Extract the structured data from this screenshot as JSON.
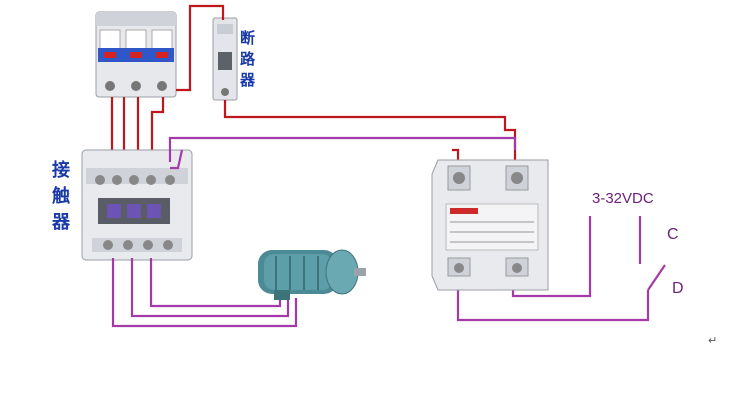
{
  "labels": {
    "breaker": "断路器",
    "contactor": "接触器",
    "voltage": "3-32VDC",
    "terminal_c": "C",
    "terminal_d": "D",
    "return_mark": "↵"
  },
  "colors": {
    "wire_red": "#c0161c",
    "wire_purple": "#a43aa8",
    "label_blue": "#1a3aa8",
    "device_grey": "#d9dbe0",
    "motor_teal": "#4b8b95"
  }
}
